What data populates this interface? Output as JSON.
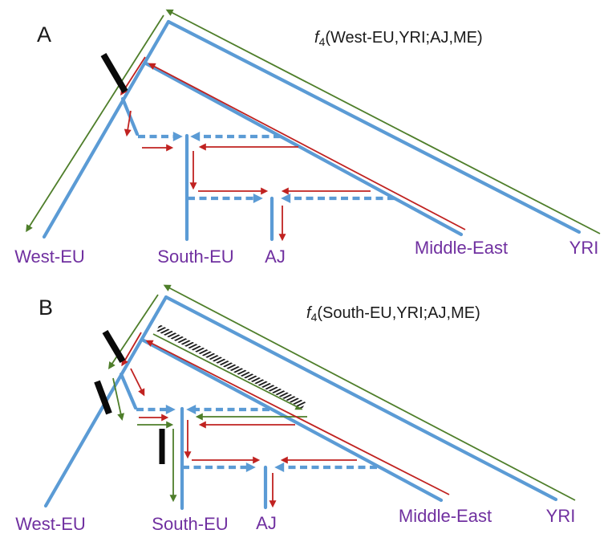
{
  "colors": {
    "blue": "#5B9BD5",
    "red": "#C02220",
    "green": "#4E7E2A",
    "purple": "#7030A0",
    "black": "#0A0A0A"
  },
  "panel_a": {
    "panel_label": "A",
    "title_func": "f",
    "title_sub": "4",
    "title_args": "(West-EU,YRI;AJ,ME)",
    "tips": {
      "west_eu": "West-EU",
      "south_eu": "South-EU",
      "aj": "AJ",
      "middle_east": "Middle-East",
      "yri": "YRI"
    }
  },
  "panel_b": {
    "panel_label": "B",
    "title_func": "f",
    "title_sub": "4",
    "title_args": "(South-EU,YRI;AJ,ME)",
    "tips": {
      "west_eu": "West-EU",
      "south_eu": "South-EU",
      "aj": "AJ",
      "middle_east": "Middle-East",
      "yri": "YRI"
    }
  }
}
